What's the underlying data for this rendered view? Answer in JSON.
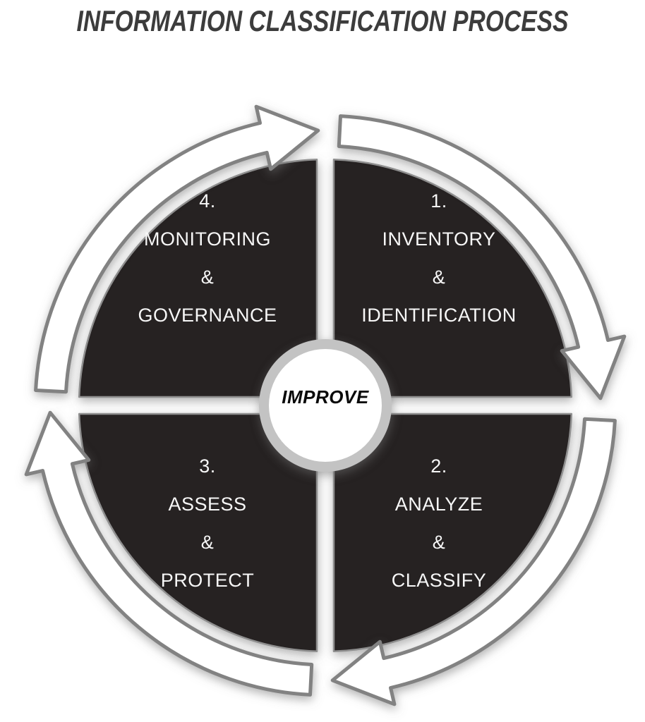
{
  "title": "INFORMATION CLASSIFICATION PROCESS",
  "center": {
    "label": "IMPROVE"
  },
  "quadrants": [
    {
      "number": "1.",
      "line1": "INVENTORY",
      "conj": "&",
      "line2": "IDENTIFICATION",
      "position": "top-right"
    },
    {
      "number": "2.",
      "line1": "ANALYZE",
      "conj": "&",
      "line2": "CLASSIFY",
      "position": "bottom-right"
    },
    {
      "number": "3.",
      "line1": "ASSESS",
      "conj": "&",
      "line2": "PROTECT",
      "position": "bottom-left"
    },
    {
      "number": "4.",
      "line1": "MONITORING",
      "conj": "&",
      "line2": "GOVERNANCE",
      "position": "top-left"
    }
  ],
  "cycle": {
    "direction": "clockwise",
    "arrow_count": 4
  },
  "colors": {
    "background": "#ffffff",
    "sector_fill": "#272223",
    "sector_stroke": "#8f8f8f",
    "arrow_fill": "#ffffff",
    "arrow_stroke": "#828282",
    "center_ring": "#c3c3c3",
    "center_fill": "#ffffff",
    "quadrant_text": "#f7f7f7",
    "title_text": "#3c3c3c",
    "center_text": "#0a0a0a"
  }
}
